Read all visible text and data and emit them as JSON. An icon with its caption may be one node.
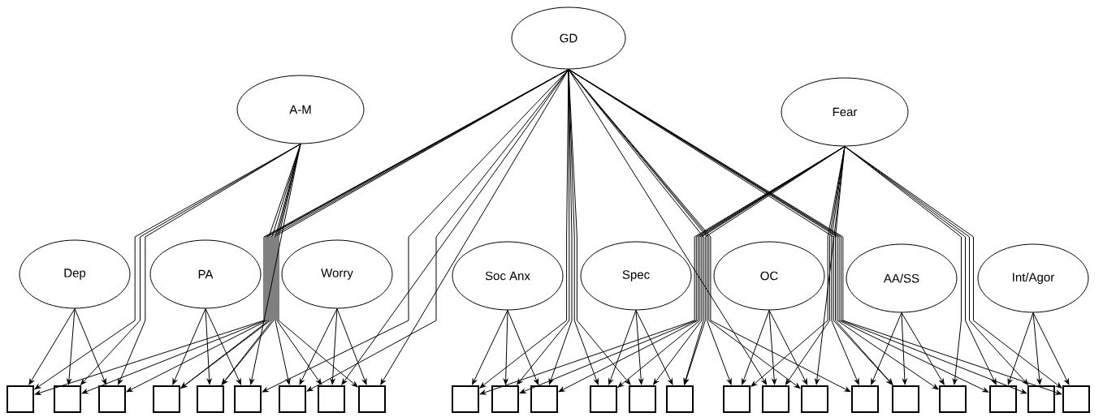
{
  "diagram": {
    "nodes": [
      {
        "text": [
          "GD"
        ]
      },
      {
        "text": [
          "A-M"
        ]
      },
      {
        "text": [
          "Fear"
        ]
      },
      {
        "text": [
          "Dep"
        ]
      },
      {
        "text": [
          "PA"
        ]
      },
      {
        "text": [
          "Worry"
        ]
      },
      {
        "text": [
          "Soc Anx"
        ]
      },
      {
        "text": [
          "Spec"
        ]
      },
      {
        "text": [
          "OC"
        ]
      },
      {
        "text": [
          "AA/SS"
        ]
      },
      {
        "text": [
          "Int/Agor"
        ]
      },
      {
        "text": [],
        "shape": "box"
      },
      {
        "text": [],
        "shape": "box"
      },
      {
        "text": [],
        "shape": "box"
      },
      {
        "text": [],
        "shape": "box"
      },
      {
        "text": [],
        "shape": "box"
      },
      {
        "text": [],
        "shape": "box"
      },
      {
        "text": [],
        "shape": "box"
      },
      {
        "text": [],
        "shape": "box"
      },
      {
        "text": [],
        "shape": "box"
      },
      {
        "text": [],
        "shape": "box"
      },
      {
        "text": [],
        "shape": "box"
      },
      {
        "text": [],
        "shape": "box"
      },
      {
        "text": [],
        "shape": "box"
      },
      {
        "text": [],
        "shape": "box"
      },
      {
        "text": [],
        "shape": "box"
      },
      {
        "text": [],
        "shape": "box"
      },
      {
        "text": [],
        "shape": "box"
      },
      {
        "text": [],
        "shape": "box"
      },
      {
        "text": [],
        "shape": "box"
      },
      {
        "text": [],
        "shape": "box"
      },
      {
        "text": [],
        "shape": "box"
      },
      {
        "text": [],
        "shape": "box"
      },
      {
        "text": [],
        "shape": "box"
      },
      {
        "text": [],
        "shape": "box"
      }
    ],
    "edges": [
      {
        "from": 0,
        "to": 11,
        "arrow": "to"
      },
      {
        "from": 0,
        "to": 12,
        "arrow": "to"
      },
      {
        "from": 0,
        "to": 13,
        "arrow": "to"
      },
      {
        "from": 0,
        "to": 14,
        "arrow": "to"
      },
      {
        "from": 0,
        "to": 15,
        "arrow": "to"
      },
      {
        "from": 0,
        "to": 16,
        "arrow": "to"
      },
      {
        "from": 0,
        "to": 17,
        "arrow": "to"
      },
      {
        "from": 0,
        "to": 18,
        "arrow": "to"
      },
      {
        "from": 0,
        "to": 19,
        "arrow": "to"
      },
      {
        "from": 0,
        "to": 20,
        "arrow": "to"
      },
      {
        "from": 0,
        "to": 21,
        "arrow": "to"
      },
      {
        "from": 0,
        "to": 22,
        "arrow": "to"
      },
      {
        "from": 0,
        "to": 23,
        "arrow": "to"
      },
      {
        "from": 0,
        "to": 24,
        "arrow": "to"
      },
      {
        "from": 0,
        "to": 25,
        "arrow": "to"
      },
      {
        "from": 0,
        "to": 26,
        "arrow": "to"
      },
      {
        "from": 0,
        "to": 27,
        "arrow": "to"
      },
      {
        "from": 0,
        "to": 28,
        "arrow": "to"
      },
      {
        "from": 0,
        "to": 29,
        "arrow": "to"
      },
      {
        "from": 0,
        "to": 30,
        "arrow": "to"
      },
      {
        "from": 0,
        "to": 31,
        "arrow": "to"
      },
      {
        "from": 0,
        "to": 32,
        "arrow": "to"
      },
      {
        "from": 0,
        "to": 33,
        "arrow": "to"
      },
      {
        "from": 0,
        "to": 34,
        "arrow": "to"
      },
      {
        "from": 1,
        "to": 11,
        "arrow": "to"
      },
      {
        "from": 1,
        "to": 12,
        "arrow": "to"
      },
      {
        "from": 1,
        "to": 13,
        "arrow": "to"
      },
      {
        "from": 1,
        "to": 14,
        "arrow": "to"
      },
      {
        "from": 1,
        "to": 15,
        "arrow": "to"
      },
      {
        "from": 1,
        "to": 16,
        "arrow": "to"
      },
      {
        "from": 1,
        "to": 17,
        "arrow": "to"
      },
      {
        "from": 1,
        "to": 18,
        "arrow": "to"
      },
      {
        "from": 1,
        "to": 19,
        "arrow": "to"
      },
      {
        "from": 2,
        "to": 20,
        "arrow": "to"
      },
      {
        "from": 2,
        "to": 21,
        "arrow": "to"
      },
      {
        "from": 2,
        "to": 22,
        "arrow": "to"
      },
      {
        "from": 2,
        "to": 23,
        "arrow": "to"
      },
      {
        "from": 2,
        "to": 24,
        "arrow": "to"
      },
      {
        "from": 2,
        "to": 25,
        "arrow": "to"
      },
      {
        "from": 2,
        "to": 26,
        "arrow": "to"
      },
      {
        "from": 2,
        "to": 27,
        "arrow": "to"
      },
      {
        "from": 2,
        "to": 28,
        "arrow": "to"
      },
      {
        "from": 2,
        "to": 29,
        "arrow": "to"
      },
      {
        "from": 2,
        "to": 30,
        "arrow": "to"
      },
      {
        "from": 2,
        "to": 31,
        "arrow": "to"
      },
      {
        "from": 2,
        "to": 32,
        "arrow": "to"
      },
      {
        "from": 2,
        "to": 33,
        "arrow": "to"
      },
      {
        "from": 2,
        "to": 34,
        "arrow": "to"
      },
      {
        "from": 3,
        "to": 11,
        "arrow": "to"
      },
      {
        "from": 3,
        "to": 12,
        "arrow": "to"
      },
      {
        "from": 3,
        "to": 13,
        "arrow": "to"
      },
      {
        "from": 4,
        "to": 14,
        "arrow": "to"
      },
      {
        "from": 4,
        "to": 15,
        "arrow": "to"
      },
      {
        "from": 4,
        "to": 16,
        "arrow": "to"
      },
      {
        "from": 5,
        "to": 17,
        "arrow": "to"
      },
      {
        "from": 5,
        "to": 18,
        "arrow": "to"
      },
      {
        "from": 5,
        "to": 19,
        "arrow": "to"
      },
      {
        "from": 6,
        "to": 20,
        "arrow": "to"
      },
      {
        "from": 6,
        "to": 21,
        "arrow": "to"
      },
      {
        "from": 6,
        "to": 22,
        "arrow": "to"
      },
      {
        "from": 7,
        "to": 23,
        "arrow": "to"
      },
      {
        "from": 7,
        "to": 24,
        "arrow": "to"
      },
      {
        "from": 7,
        "to": 25,
        "arrow": "to"
      },
      {
        "from": 8,
        "to": 26,
        "arrow": "to"
      },
      {
        "from": 8,
        "to": 27,
        "arrow": "to"
      },
      {
        "from": 8,
        "to": 28,
        "arrow": "to"
      },
      {
        "from": 9,
        "to": 29,
        "arrow": "to"
      },
      {
        "from": 9,
        "to": 30,
        "arrow": "to"
      },
      {
        "from": 9,
        "to": 31,
        "arrow": "to"
      },
      {
        "from": 10,
        "to": 32,
        "arrow": "to"
      },
      {
        "from": 10,
        "to": 33,
        "arrow": "to"
      },
      {
        "from": 10,
        "to": 34,
        "arrow": "to"
      }
    ]
  }
}
